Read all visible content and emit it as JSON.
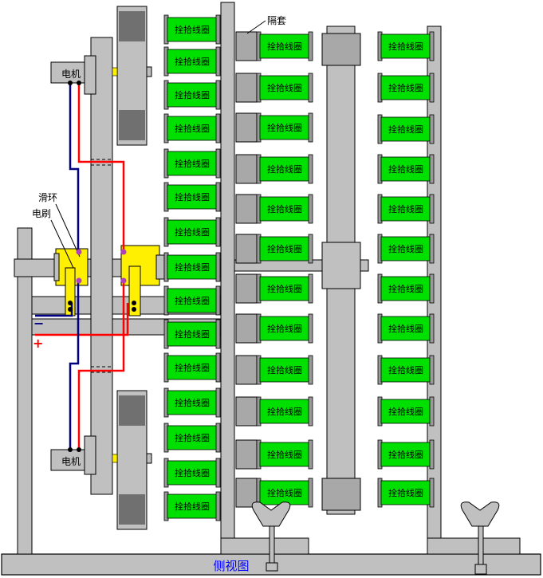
{
  "caption": "侧视图",
  "labels": {
    "spacer": "隔套",
    "slip_ring": "滑环",
    "brush": "电刷",
    "motor": "电机",
    "minus": "−",
    "plus": "+",
    "coil": "拴拾线圈"
  },
  "colors": {
    "frame": "#c0c0c0",
    "outline": "#000000",
    "coil": "#00e000",
    "coil_flange": "#9a9a9a",
    "spacer": "#a8a8a8",
    "slip_ring": "#ffef00",
    "wire_red": "#ff0000",
    "wire_blue": "#000080",
    "terminal": "#b040c0",
    "caption": "#0000ff",
    "drum_dark": "#707070"
  },
  "coil_columns": [
    {
      "name": "column-1",
      "count": 15
    },
    {
      "name": "column-2",
      "count": 12
    },
    {
      "name": "column-3",
      "count": 12
    }
  ]
}
